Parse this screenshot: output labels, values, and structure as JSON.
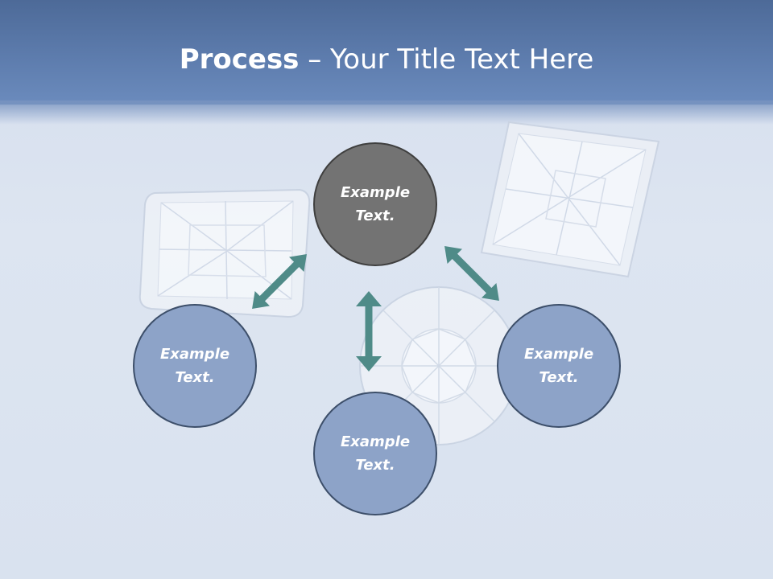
{
  "title": {
    "bold": "Process",
    "rest": " – Your Title Text Here"
  },
  "nodes": {
    "top": {
      "line1": "Example",
      "line2": "Text."
    },
    "left": {
      "line1": "Example",
      "line2": "Text."
    },
    "right": {
      "line1": "Example",
      "line2": "Text."
    },
    "bottom": {
      "line1": "Example",
      "line2": "Text."
    }
  },
  "colors": {
    "title_bar": "#5d7cad",
    "node_blue": "#8da3c8",
    "node_gray": "#737373",
    "arrow": "#4f8b88",
    "background": "#d9e2ef"
  },
  "icons": [
    "double-arrow-icon"
  ]
}
